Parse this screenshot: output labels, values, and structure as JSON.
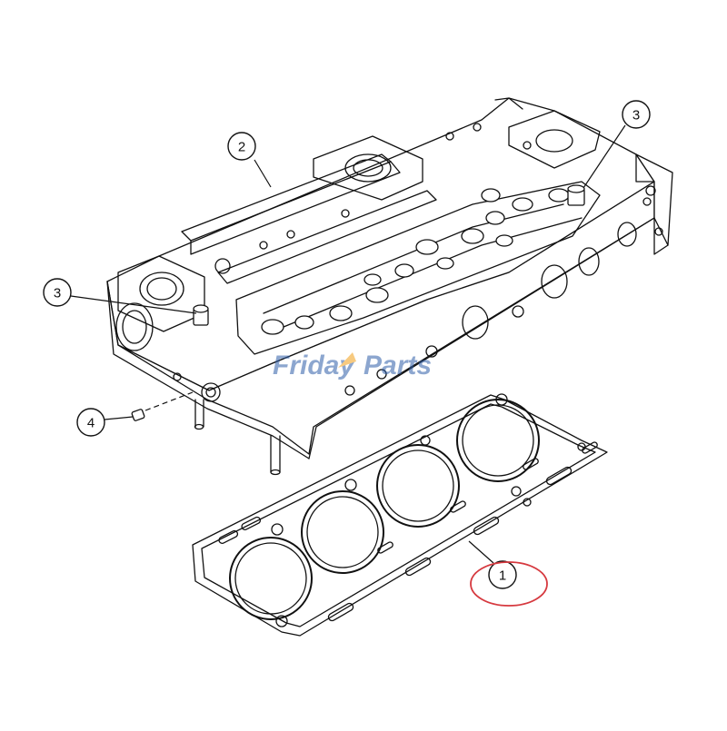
{
  "callouts": [
    {
      "id": "1",
      "label": "1",
      "part": "head-gasket",
      "highlighted": true
    },
    {
      "id": "2",
      "label": "2",
      "part": "cylinder-head"
    },
    {
      "id": "3a",
      "label": "3",
      "part": "head-bolt-right"
    },
    {
      "id": "3b",
      "label": "3",
      "part": "head-bolt-left"
    },
    {
      "id": "4",
      "label": "4",
      "part": "plug"
    }
  ],
  "watermark": {
    "text_a": "Friday",
    "text_b": "Parts",
    "color_a": "#2f5fa8",
    "color_b": "#f2a019"
  },
  "colors": {
    "line": "#111111",
    "highlight": "#d6393f",
    "background": "#ffffff"
  }
}
